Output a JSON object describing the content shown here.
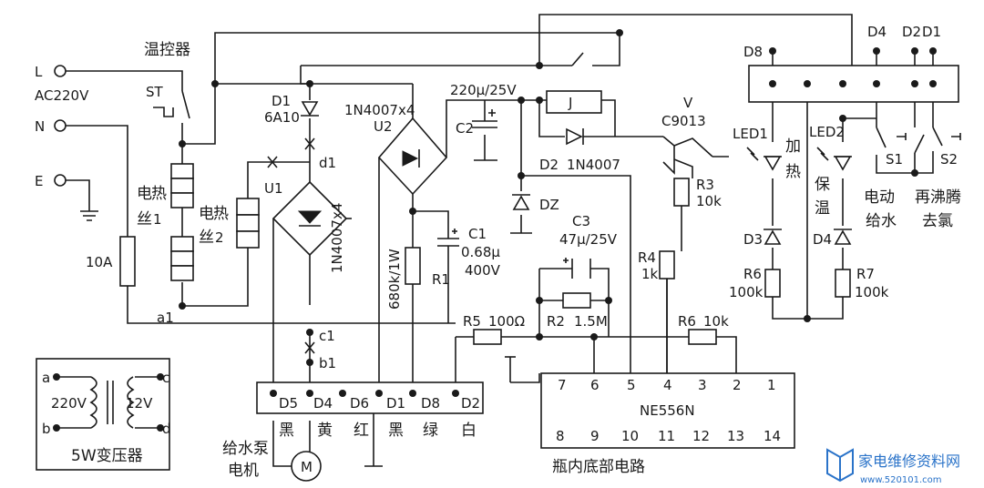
{
  "terminals": {
    "L": "L",
    "N": "N",
    "E": "E",
    "ac": "AC220V"
  },
  "thermostat": {
    "title": "温控器",
    "st": "ST"
  },
  "heaters": {
    "h1": [
      "电",
      "热",
      "丝",
      "1"
    ],
    "h2": [
      "电",
      "热",
      "丝",
      "2"
    ]
  },
  "fuse": "10A",
  "nodes": {
    "a1": "a1",
    "b1": "b1",
    "c1": "c1",
    "d1": "d1"
  },
  "diode_d1": {
    "name": "D1",
    "part": "6A10"
  },
  "bridge1": {
    "name": "U1",
    "part": "1N4007x4"
  },
  "bridge2": {
    "name": "U2",
    "part": "1N4007x4"
  },
  "c2": {
    "name": "C2",
    "value": "220μ/25V"
  },
  "relay": "J",
  "d2": {
    "name": "D2",
    "part": "1N4007"
  },
  "transistor": {
    "name": "V",
    "part": "C9013"
  },
  "r3": {
    "name": "R3",
    "value": "10k"
  },
  "dz": "DZ",
  "c1": {
    "name": "C1",
    "value": "0.68μ",
    "rating": "400V"
  },
  "r1": {
    "name": "R1",
    "value": "680k/1W"
  },
  "c3": {
    "name": "C3",
    "value": "47μ/25V"
  },
  "r4": {
    "name": "R4",
    "value": "1k"
  },
  "r5": {
    "name": "R5",
    "value": "100Ω"
  },
  "r2": {
    "name": "R2",
    "value": "1.5M"
  },
  "r6": {
    "name": "R6",
    "value": "10k"
  },
  "ic": {
    "name": "NE556N",
    "top_pins": [
      "7",
      "6",
      "5",
      "4",
      "3",
      "2",
      "1"
    ],
    "bottom_pins": [
      "8",
      "9",
      "10",
      "11",
      "12",
      "13",
      "14"
    ],
    "caption": "瓶内底部电路"
  },
  "connector": {
    "pins": [
      "D5",
      "D4",
      "D6",
      "D1",
      "D8",
      "D2"
    ],
    "colors": [
      "黑",
      "黄",
      "红",
      "黑",
      "绿",
      "白"
    ]
  },
  "pump": {
    "line1": "给水泵",
    "line2": "电机",
    "symbol": "M"
  },
  "transformer": {
    "a": "a",
    "b": "b",
    "c": "c",
    "d": "d",
    "primary": "220V",
    "secondary": "12V",
    "caption": "5W变压器"
  },
  "right_panel": {
    "pins": [
      "D8",
      "D4",
      "D2",
      "D1"
    ],
    "led1": "LED1",
    "led2": "LED2",
    "heat": [
      "加",
      "热"
    ],
    "keep": [
      "保",
      "温"
    ],
    "d3": "D3",
    "d4": "D4",
    "r6": {
      "name": "R6",
      "value": "100k"
    },
    "r7": {
      "name": "R7",
      "value": "100k"
    },
    "s1": "S1",
    "s2": "S2",
    "water": [
      "电动",
      "给水"
    ],
    "boil": [
      "再沸腾",
      "去氯"
    ]
  },
  "watermark": {
    "text": "家电维修资料网",
    "url": "www.520101.com"
  }
}
